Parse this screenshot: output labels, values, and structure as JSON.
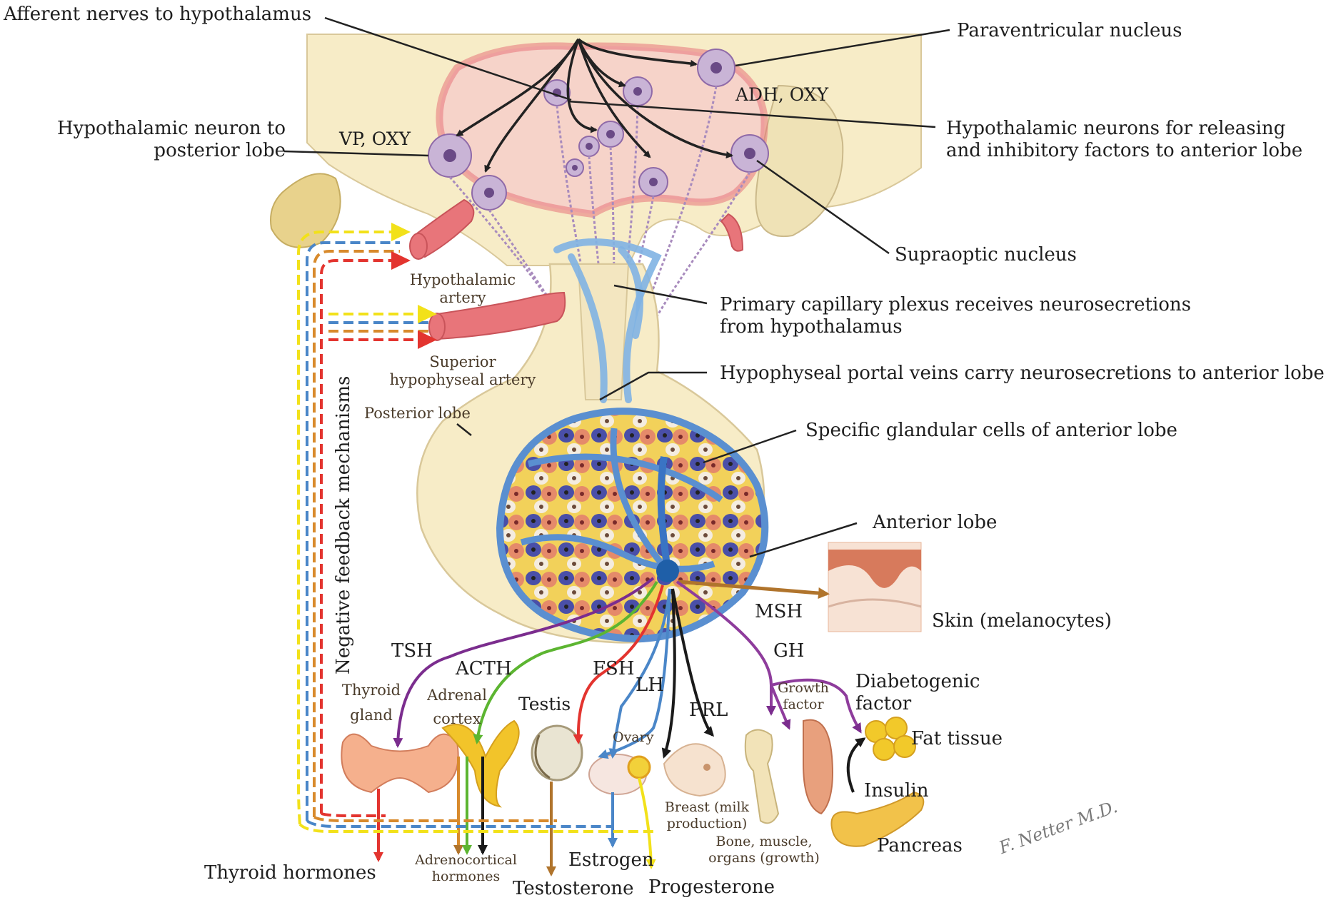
{
  "labels": {
    "afferent": "Afferent nerves to hypothalamus",
    "paraventricular": "Paraventricular nucleus",
    "adh_oxy": "ADH, OXY",
    "vp_oxy": "VP, OXY",
    "hypo_neuron_posterior": [
      "Hypothalamic neuron to",
      "posterior lobe"
    ],
    "hypo_neurons_releasing": [
      "Hypothalamic neurons for releasing",
      "and inhibitory factors to anterior lobe"
    ],
    "supraoptic": "Supraoptic nucleus",
    "hypothalamic_artery": [
      "Hypothalamic",
      "artery"
    ],
    "primary_plexus": [
      "Primary capillary plexus receives neurosecretions",
      "from hypothalamus"
    ],
    "superior_artery": [
      "Superior",
      "hypophyseal artery"
    ],
    "portal_veins": "Hypophyseal portal veins carry neurosecretions to anterior lobe",
    "posterior_lobe": "Posterior lobe",
    "glandular_cells": "Specific glandular cells of anterior lobe",
    "negative_feedback": "Negative feedback mechanisms",
    "anterior_lobe": "Anterior lobe",
    "msh": "MSH",
    "skin": "Skin (melanocytes)",
    "tsh": "TSH",
    "acth": "ACTH",
    "fsh": "FSH",
    "lh": "LH",
    "prl": "PRL",
    "gh": "GH",
    "thyroid_gland": [
      "Thyroid",
      "gland"
    ],
    "adrenal_cortex": [
      "Adrenal",
      "cortex"
    ],
    "testis": "Testis",
    "ovary": "Ovary",
    "growth_factor": [
      "Growth",
      "factor"
    ],
    "diabetogenic": [
      "Diabetogenic",
      "factor"
    ],
    "fat_tissue": "Fat tissue",
    "insulin": "Insulin",
    "pancreas": "Pancreas",
    "breast": [
      "Breast (milk",
      "production)"
    ],
    "bone_muscle": [
      "Bone, muscle,",
      "organs (growth)"
    ],
    "thyroid_hormones": "Thyroid hormones",
    "adrenocortical": [
      "Adrenocortical",
      "hormones"
    ],
    "estrogen": "Estrogen",
    "testosterone": "Testosterone",
    "progesterone": "Progesterone",
    "signature": "F. Netter M.D."
  },
  "colors": {
    "tsh": "#7b2d8e",
    "acth": "#5cb531",
    "fsh": "#e3342f",
    "lh": "#4a86c8",
    "prl": "#1a1a1a",
    "gh": "#8e3c9c",
    "msh": "#b0742c",
    "feedback_yellow": "#f2e11a",
    "feedback_blue": "#4a86c8",
    "feedback_red": "#e3342f",
    "feedback_orange": "#d88a2c",
    "tissue": "#f7ecc7",
    "artery": "#e8757a",
    "vein": "#7fb3e3"
  }
}
